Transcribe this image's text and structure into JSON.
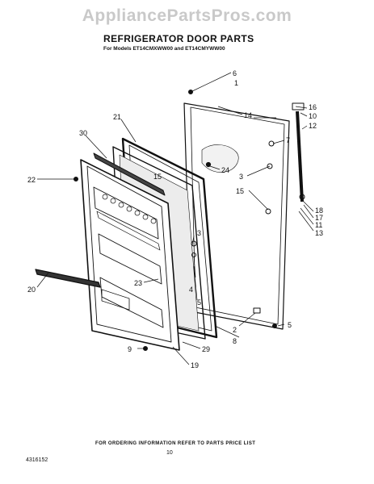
{
  "watermark": "AppliancePartsPros.com",
  "title": "REFRIGERATOR DOOR PARTS",
  "subtitle": "For Models ET14CMXWW00 and ET14CMYWW00",
  "footnote": "FOR ORDERING INFORMATION REFER TO PARTS PRICE LIST",
  "part_number": "4316152",
  "page_number": "10",
  "callouts": {
    "c1": "1",
    "c2": "2",
    "c3a": "3",
    "c3b": "3",
    "c4": "4",
    "c5a": "5",
    "c5b": "5",
    "c6": "6",
    "c7": "7",
    "c8": "8",
    "c9": "9",
    "c10": "10",
    "c11": "11",
    "c12": "12",
    "c13": "13",
    "c14": "14",
    "c15a": "15",
    "c15b": "15",
    "c16": "16",
    "c17": "17",
    "c18": "18",
    "c19": "19",
    "c20": "20",
    "c21": "21",
    "c22": "22",
    "c23": "23",
    "c24": "24",
    "c29": "29",
    "c30": "30"
  }
}
